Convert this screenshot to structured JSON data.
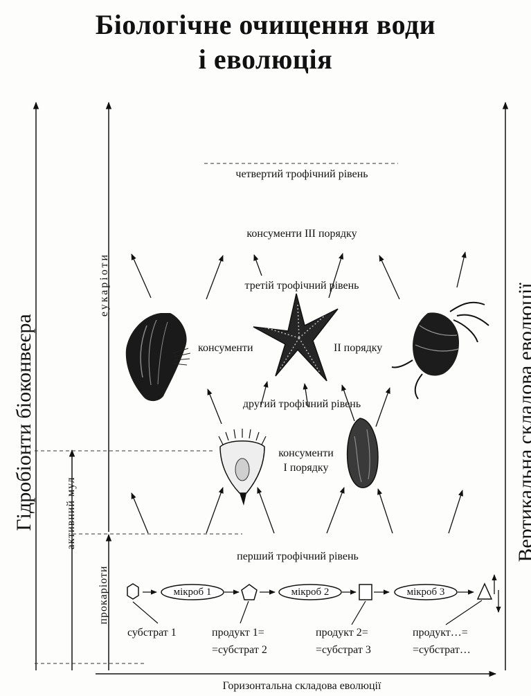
{
  "title": {
    "line1": "Біологічне очищення води",
    "line2": "і еволюція"
  },
  "axes": {
    "left_vertical": "Гідробіонти біоконвеєра",
    "right_vertical": "Вертикальна складова еволюції",
    "bottom_horizontal": "Горизонтальна складова еволюції"
  },
  "spans": {
    "eukaryotes": "еукаріоти",
    "active_sludge": "активний мул",
    "prokaryotes": "прокаріоти"
  },
  "levels": {
    "fourth": "четвертий трофічний рівень",
    "consumers_3": "консументи III порядку",
    "third": "третій трофічний рівень",
    "consumers_2_left": "консументи",
    "consumers_2_right": "II порядку",
    "second": "другий трофічний рівень",
    "consumers_1_line1": "консументи",
    "consumers_1_line2": "I порядку",
    "first": "перший трофічний рівень"
  },
  "chain": {
    "microbes": [
      "мікроб 1",
      "мікроб 2",
      "мікроб 3"
    ],
    "captions": [
      {
        "line1": "субстрат 1",
        "line2": ""
      },
      {
        "line1": "продукт 1=",
        "line2": "=субстрат 2"
      },
      {
        "line1": "продукт 2=",
        "line2": "=субстрат 3"
      },
      {
        "line1": "продукт…=",
        "line2": "=субстрат…"
      }
    ]
  }
}
